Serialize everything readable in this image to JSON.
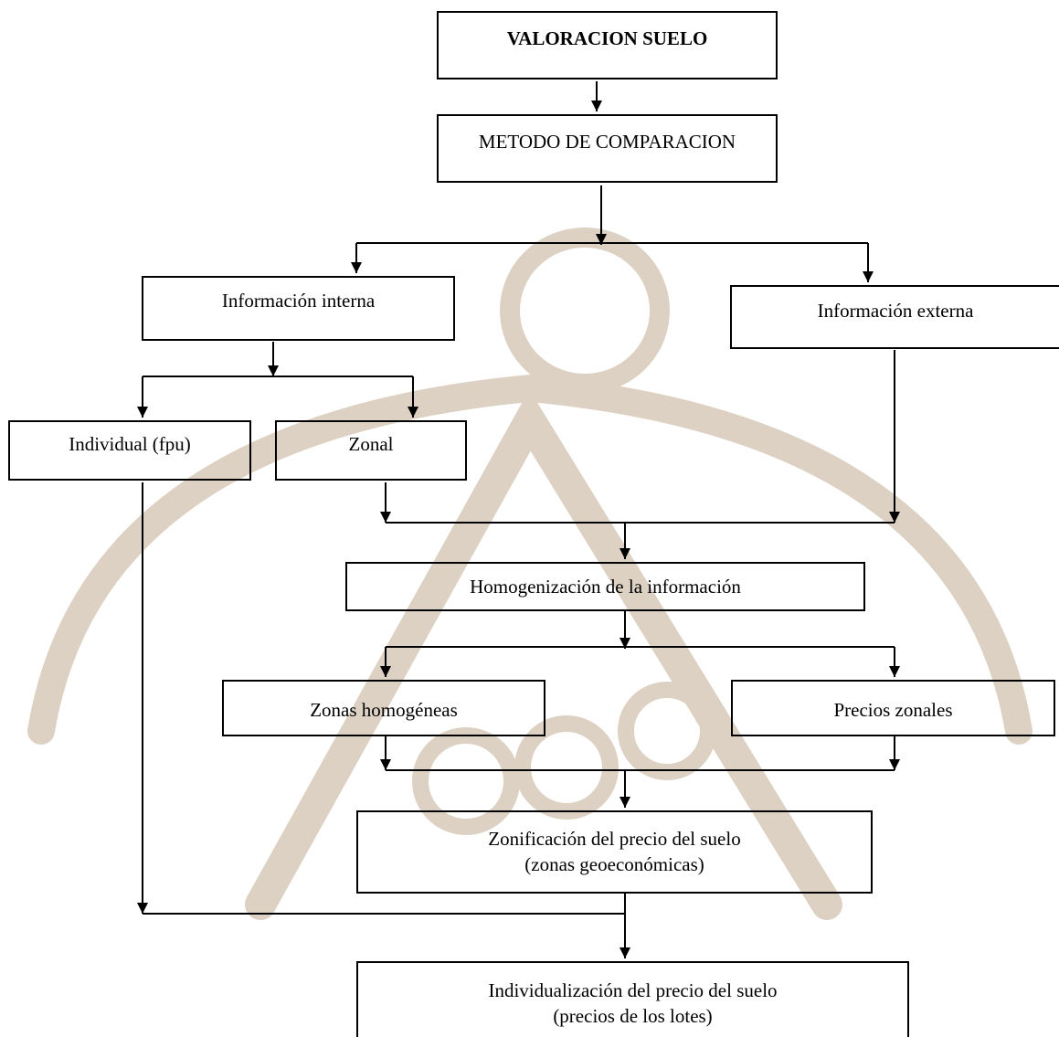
{
  "colors": {
    "stroke": "#000000",
    "watermark": "#dcd1c2",
    "background": "#ffffff"
  },
  "nodes": {
    "valoracion_suelo": "VALORACION SUELO",
    "metodo_comparacion": "METODO DE COMPARACION",
    "informacion_interna": "Información interna",
    "informacion_externa": "Información externa",
    "individual": "Individual (fpu)",
    "zonal": "Zonal",
    "homogenizacion": "Homogenización de la información",
    "zonas_homogeneas": "Zonas homogéneas",
    "precios_zonales": "Precios zonales",
    "zonificacion": {
      "line1": "Zonificación  del precio del suelo",
      "line2": "(zonas geoeconómicas)"
    },
    "individualizacion": {
      "line1": "Individualización del precio del suelo",
      "line2": "(precios de los lotes)"
    }
  }
}
